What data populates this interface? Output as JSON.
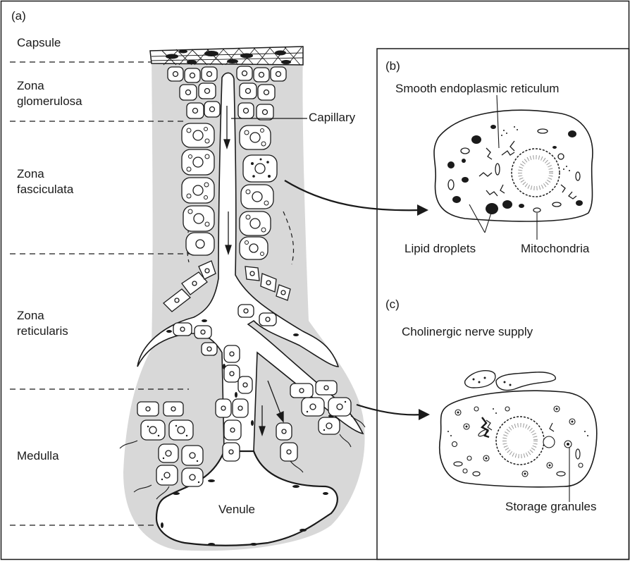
{
  "panels": {
    "a": "(a)",
    "b": "(b)",
    "c": "(c)"
  },
  "zones": {
    "capsule": "Capsule",
    "glomerulosa_1": "Zona",
    "glomerulosa_2": "glomerulosa",
    "fasciculata_1": "Zona",
    "fasciculata_2": "fasciculata",
    "reticularis_1": "Zona",
    "reticularis_2": "reticularis",
    "medulla": "Medulla"
  },
  "structures": {
    "capillary": "Capillary",
    "venule": "Venule"
  },
  "panel_b": {
    "ser": "Smooth endoplasmic reticulum",
    "lipid": "Lipid droplets",
    "mito": "Mitochondria"
  },
  "panel_c": {
    "nerve": "Cholinergic nerve supply",
    "granules": "Storage granules"
  },
  "colors": {
    "tissue_shading": "#d8d8d8",
    "ink": "#1a1a1a",
    "paper": "#ffffff"
  }
}
